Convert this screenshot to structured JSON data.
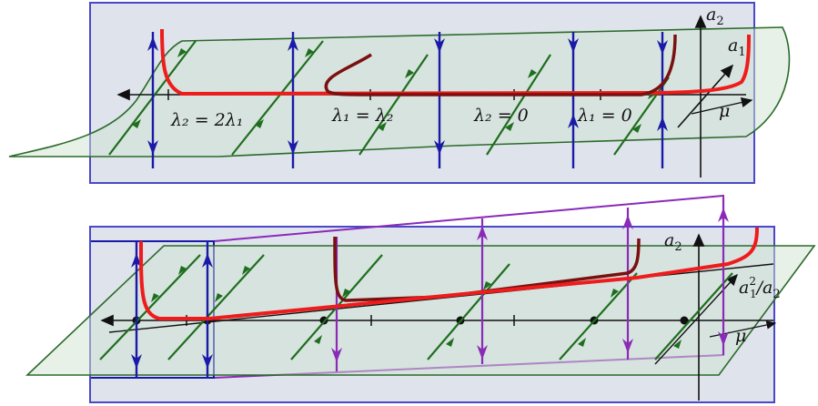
{
  "top_panel": {
    "axis_a2": "a",
    "axis_a2_sub": "2",
    "axis_a1": "a",
    "axis_a1_sub": "1",
    "axis_mu": "μ",
    "labels": {
      "l2_2l1": "λ₂ = 2λ₁",
      "l1_l2": "λ₁ = λ₂",
      "l2_0": "λ₂ = 0",
      "l1_0": "λ₁ = 0"
    }
  },
  "bottom_panel": {
    "axis_a2": "a",
    "axis_a2_sub": "2",
    "axis_ratio_a": "a",
    "axis_ratio_sup": "2",
    "axis_ratio_sub": "1",
    "axis_ratio_rest": "/a",
    "axis_ratio_sub2": "2",
    "axis_mu": "μ"
  },
  "colors": {
    "panel_fill": "#dfe3ec",
    "panel_border": "#4a48c8",
    "surface": "#2a6a2a",
    "surface_fill": "#cfe3cf",
    "stable_curve": "#ee1c1c",
    "dark_curve": "#7a1010",
    "blue_flow": "#1a1aa8",
    "green_flow": "#1e6e1e",
    "purple_flow": "#8a2ab8"
  }
}
